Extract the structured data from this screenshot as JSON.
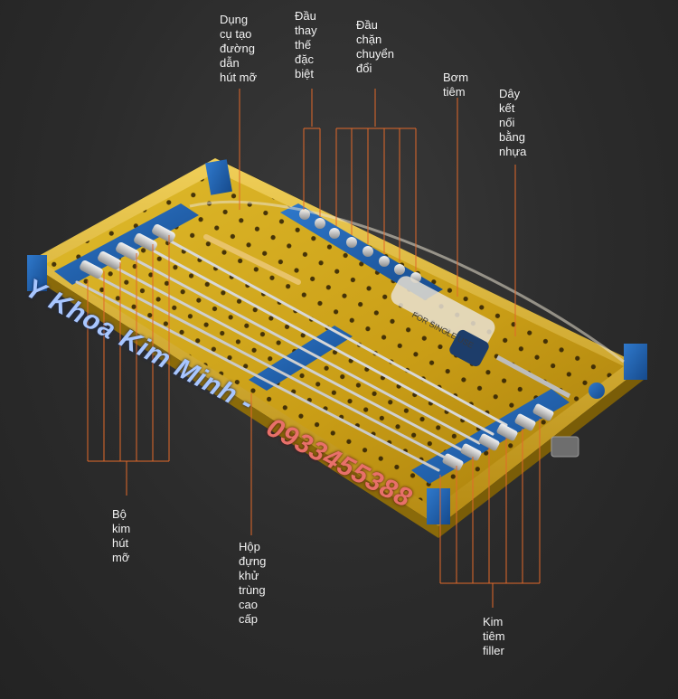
{
  "labels": {
    "dung_cu": [
      "Dụng",
      "cụ tạo",
      "đường",
      "dẫn",
      "hút mỡ"
    ],
    "dau_thay": [
      "Đầu",
      "thay",
      "thế",
      "đặc",
      "biệt"
    ],
    "dau_chan": [
      "Đầu",
      "chặn",
      "chuyển",
      "đổi"
    ],
    "bom_tiem": [
      "Bơm",
      "tiêm"
    ],
    "day_ket": [
      "Dây",
      "kết",
      "nối",
      "bằng",
      "nhựa"
    ],
    "bo_kim": [
      "Bộ",
      "kim",
      "hút",
      "mỡ"
    ],
    "hop_dung": [
      "Hộp",
      "đựng",
      "khử",
      "trùng",
      "cao",
      "cấp"
    ],
    "kim_tiem": [
      "Kim",
      "tiêm",
      "filler"
    ]
  },
  "watermark": {
    "brand": "Y Khoa Kim Minh -",
    "phone": "0933455388"
  },
  "product_text": {
    "syringe": "FOR SINGLE USE"
  },
  "colors": {
    "leader_line": "#e2692a",
    "tray_gold": "#c9a21e",
    "tray_blue": "#1f5fa8",
    "watermark_brand": "#a8c6ff",
    "watermark_phone": "#e8706a"
  }
}
